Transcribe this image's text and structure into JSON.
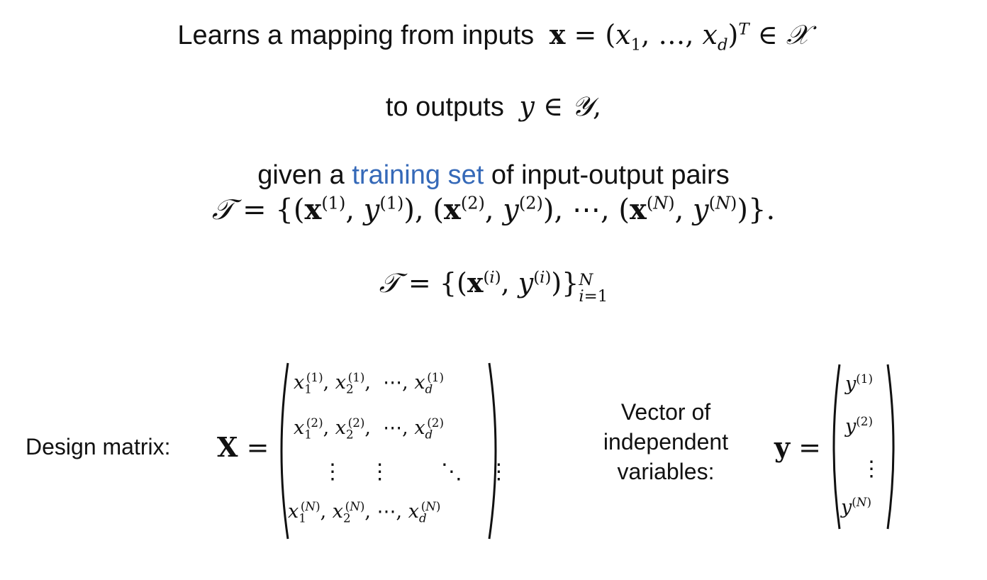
{
  "line1": {
    "text": "Learns a mapping from inputs"
  },
  "line2": {
    "text": "to outputs"
  },
  "line3": {
    "prefix": "given a",
    "highlight": "training set",
    "suffix": "of input-output pairs"
  },
  "design_label": "Design matrix:",
  "vector_label": {
    "l1": "Vector of",
    "l2": "independent",
    "l3": "variables:"
  },
  "colors": {
    "highlight": "#3569b8",
    "text": "#111111"
  }
}
